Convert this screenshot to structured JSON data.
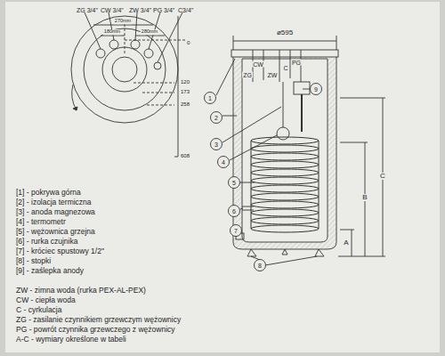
{
  "diagram": {
    "labels": [
      "ZG 3/4\"",
      "CW 3/4\"",
      "ZW 3/4\"",
      "PG 3/4\"",
      "C3/4\"",
      "270mm",
      "180mm",
      "280mm",
      "0",
      "120",
      "173",
      "258",
      "608",
      "ø595",
      "CW",
      "PG",
      "ZG",
      "ZW",
      "C",
      "1",
      "2",
      "3",
      "4",
      "5",
      "6",
      "7",
      "8",
      "9",
      "A",
      "B",
      "C",
      "[1] - pokrywa górna",
      "[2] - izolacja termiczna",
      "[3] - anoda magnezowa",
      "[4] - termometr",
      "[5] - wężownica grzejna",
      "[6] - rurka czujnika",
      "[7] - króciec spustowy 1/2\"",
      "[8] - stopki",
      "[9] - zaślepka anody",
      "ZW - zimna woda (rurka PEX-AL-PEX)",
      "CW - ciepła woda",
      "C - cyrkulacja",
      "ZG - zasilanie czynnikiem grzewczym wężownicy",
      "PG - powrót czynnika grzewczego z wężownicy",
      "A-C - wymiary określone w tabeli"
    ]
  }
}
